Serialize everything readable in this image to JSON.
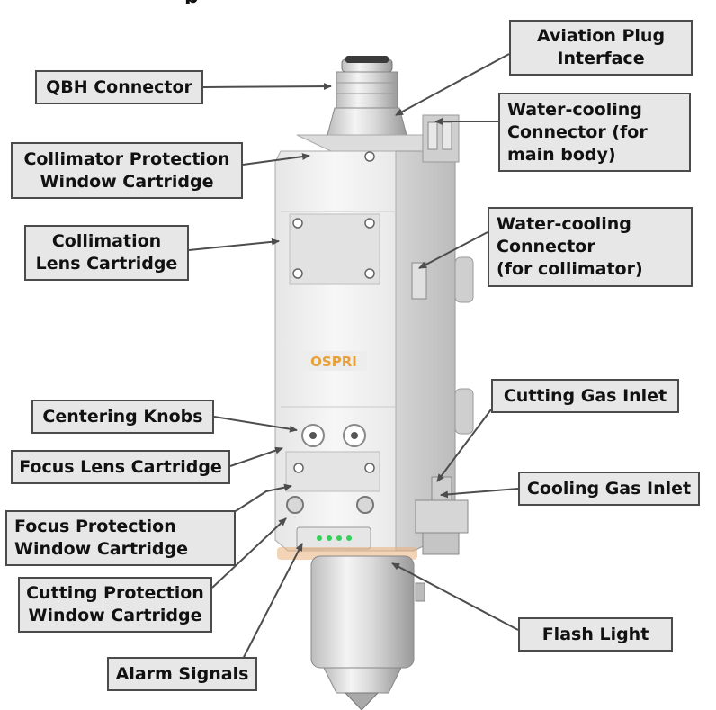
{
  "title": "p",
  "brand_logo": "OSPRI",
  "callouts": {
    "qbh": {
      "lines": [
        "QBH Connector"
      ]
    },
    "aviation": {
      "lines": [
        "Aviation Plug",
        "Interface"
      ]
    },
    "wc_main": {
      "lines": [
        "Water-cooling",
        "Connector (for",
        "main body)"
      ]
    },
    "collimator_prot": {
      "lines": [
        "Collimator Protection",
        "Window Cartridge"
      ]
    },
    "collimation": {
      "lines": [
        "Collimation",
        "Lens Cartridge"
      ]
    },
    "wc_collimator": {
      "lines": [
        "Water-cooling",
        "Connector",
        "(for collimator)"
      ]
    },
    "centering": {
      "lines": [
        "Centering Knobs"
      ]
    },
    "cutting_gas": {
      "lines": [
        "Cutting Gas Inlet"
      ]
    },
    "focus_lens": {
      "lines": [
        "Focus Lens Cartridge"
      ]
    },
    "cooling_gas": {
      "lines": [
        "Cooling Gas Inlet"
      ]
    },
    "focus_prot": {
      "lines": [
        "Focus Protection",
        "Window Cartridge"
      ]
    },
    "cutting_prot": {
      "lines": [
        "Cutting Protection",
        "Window Cartridge"
      ]
    },
    "flash": {
      "lines": [
        "Flash Light"
      ]
    },
    "alarm": {
      "lines": [
        "Alarm Signals"
      ]
    }
  },
  "colors": {
    "callout_fill": "#e7e7e7",
    "callout_border": "#4b4b4b",
    "leader": "#4d4d4d",
    "body": "#f2f2f2",
    "logo": "#e8a13a",
    "led": "#34d05a"
  }
}
